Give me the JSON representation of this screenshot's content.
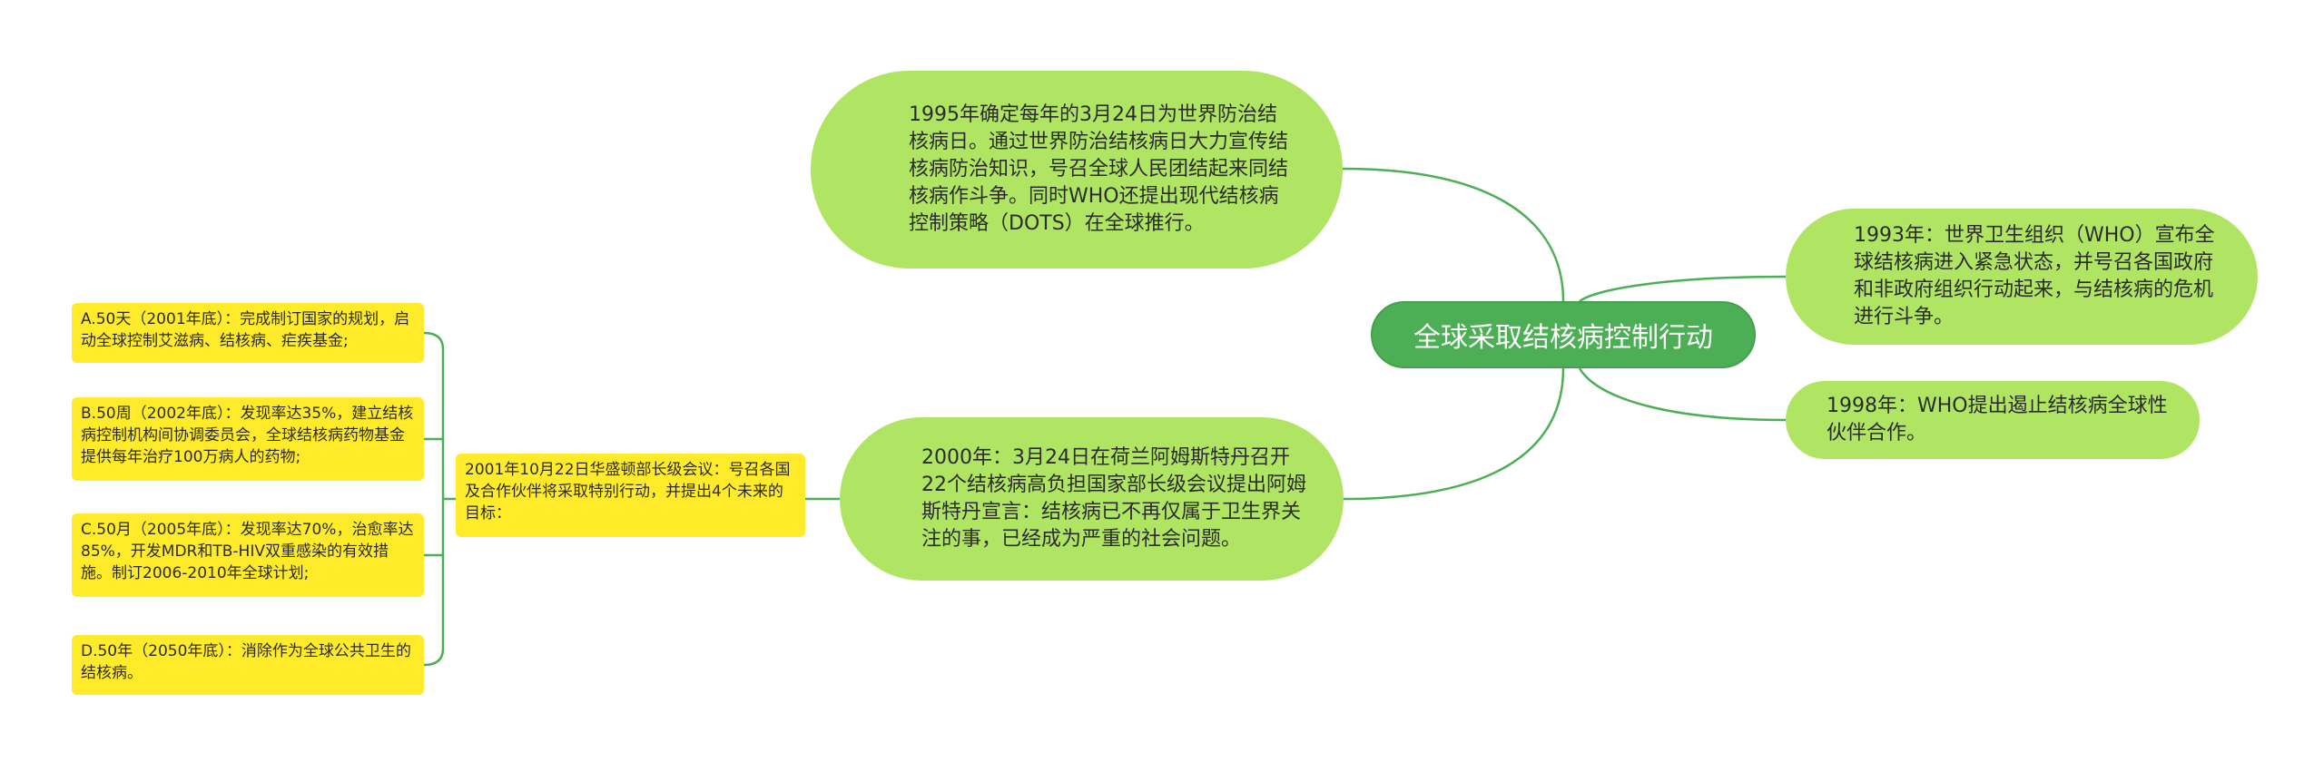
{
  "colors": {
    "center_fill": "#4caf55",
    "pill_fill": "#b0e563",
    "note_fill": "#ffeb2a",
    "connector": "#4caf55"
  },
  "mindmap": {
    "center": "全球采取结核病控制行动",
    "topics": [
      "1995年确定每年的3月24日为世界防治结核病日。通过世界防治结核病日大力宣传结核病防治知识，号召全球人民团结起来同结核病作斗争。同时WHO还提出现代结核病控制策略（DOTS）在全球推行。",
      "2000年：3月24日在荷兰阿姆斯特丹召开22个结核病高负担国家部长级会议提出阿姆斯特丹宣言：结核病已不再仅属于卫生界关注的事，已经成为严重的社会问题。",
      "1993年：世界卫生组织（WHO）宣布全球结核病进入紧急状态，并号召各国政府和非政府组织行动起来，与结核病的危机进行斗争。",
      "1998年：WHO提出遏止结核病全球性伙伴合作。"
    ],
    "meeting": "2001年10月22日华盛顿部长级会议：号召各国及合作伙伴将采取特别行动，并提出4个未来的目标：",
    "goals": [
      "A.50天（2001年底）：完成制订国家的规划，启动全球控制艾滋病、结核病、疟疾基金;",
      "B.50周（2002年底）：发现率达35%，建立结核病控制机构间协调委员会，全球结核病药物基金提供每年治疗100万病人的药物;",
      "C.50月（2005年底）：发现率达70%，治愈率达85%，开发MDR和TB-HIV双重感染的有效措施。制订2006-2010年全球计划;",
      "D.50年（2050年底）：消除作为全球公共卫生的结核病。"
    ]
  }
}
